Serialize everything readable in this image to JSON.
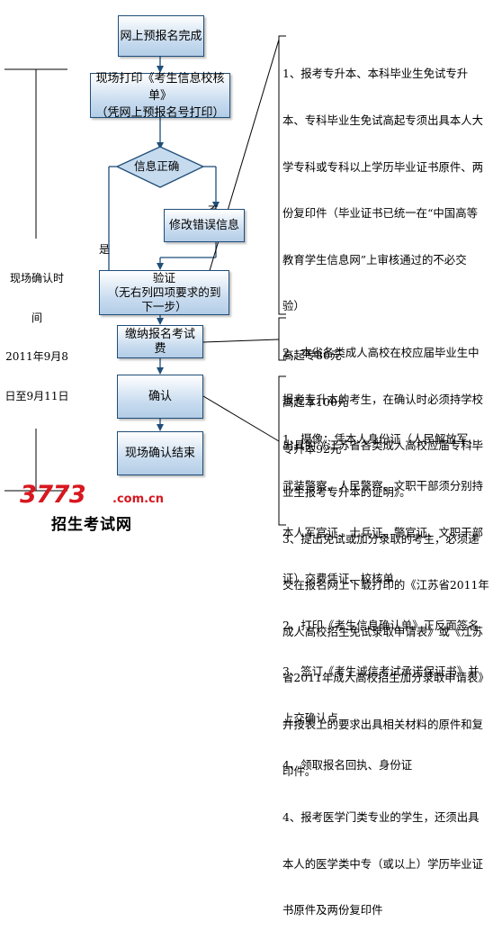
{
  "flow": {
    "step1": "网上预报名完成",
    "step2": [
      "现场打印《考生信息校核单》",
      "（凭网上预报名号打印）"
    ],
    "decision": "信息正确",
    "decision_no": "否",
    "decision_yes": "是",
    "fix": "修改错误信息",
    "verify": [
      "验证",
      "（无右列四项要求的到",
      "下一步）"
    ],
    "pay": [
      "缴纳报名考试",
      "费"
    ],
    "confirm": "确认",
    "end": "现场确认结束"
  },
  "side_label": [
    "现场确认时",
    "间",
    "2011年9月8",
    "日至9月11日"
  ],
  "notes": {
    "requirements": [
      "1、报考专升本、本科毕业生免试专升",
      "本、专科毕业生免试高起专须出具本人大",
      "学专科或专科以上学历毕业证书原件、两",
      "份复印件（毕业证书已统一在“中国高等",
      "教育学生信息网”上审核通过的不必交",
      "验）",
      "2、本省各类成人高校在校应届毕业生中",
      "报考专升本的考生，在确认时必须持学校",
      "出具的《江苏省各类成人高校应届专科毕",
      "业生报考专升本的证明》。",
      "3、提出免试或加分录取的考生，必须递",
      "交在报名网上下载打印的《江苏省2011年",
      "成人高校招生免试录取申请表》或《江苏",
      "省2011年成人高校招生加分录取申请表》",
      "并按表上的要求出具相关材料的原件和复",
      "印件。",
      "4、报考医学门类专业的学生，还须出具",
      "本人的医学类中专（或以上）学历毕业证",
      "书原件及两份复印件"
    ],
    "fees": [
      "高起专80元",
      "高起本100元",
      "专升本92元"
    ],
    "confirm_steps": [
      "1、摄像：凭本人身份证（人民解放军、",
      "武装警察、人民警察、文职干部须分别持",
      "本人军官证、士兵证、警官证、文职干部",
      "证）交费凭证、校核单",
      "2、打印《考生信息确认单》正反面签名",
      "3、签订《考生诚信考试承诺保证书》并",
      "上交确认点",
      "4、领取报名回执、身份证"
    ]
  },
  "watermark": {
    "number": "3773",
    "domain": ".com.cn",
    "name": "招生考试网"
  },
  "colors": {
    "box_border": "#1f4e79",
    "box_fill": "#c7dbef",
    "line": "#000000",
    "arrow": "#1f4e79",
    "watermark": "#d8171f"
  }
}
